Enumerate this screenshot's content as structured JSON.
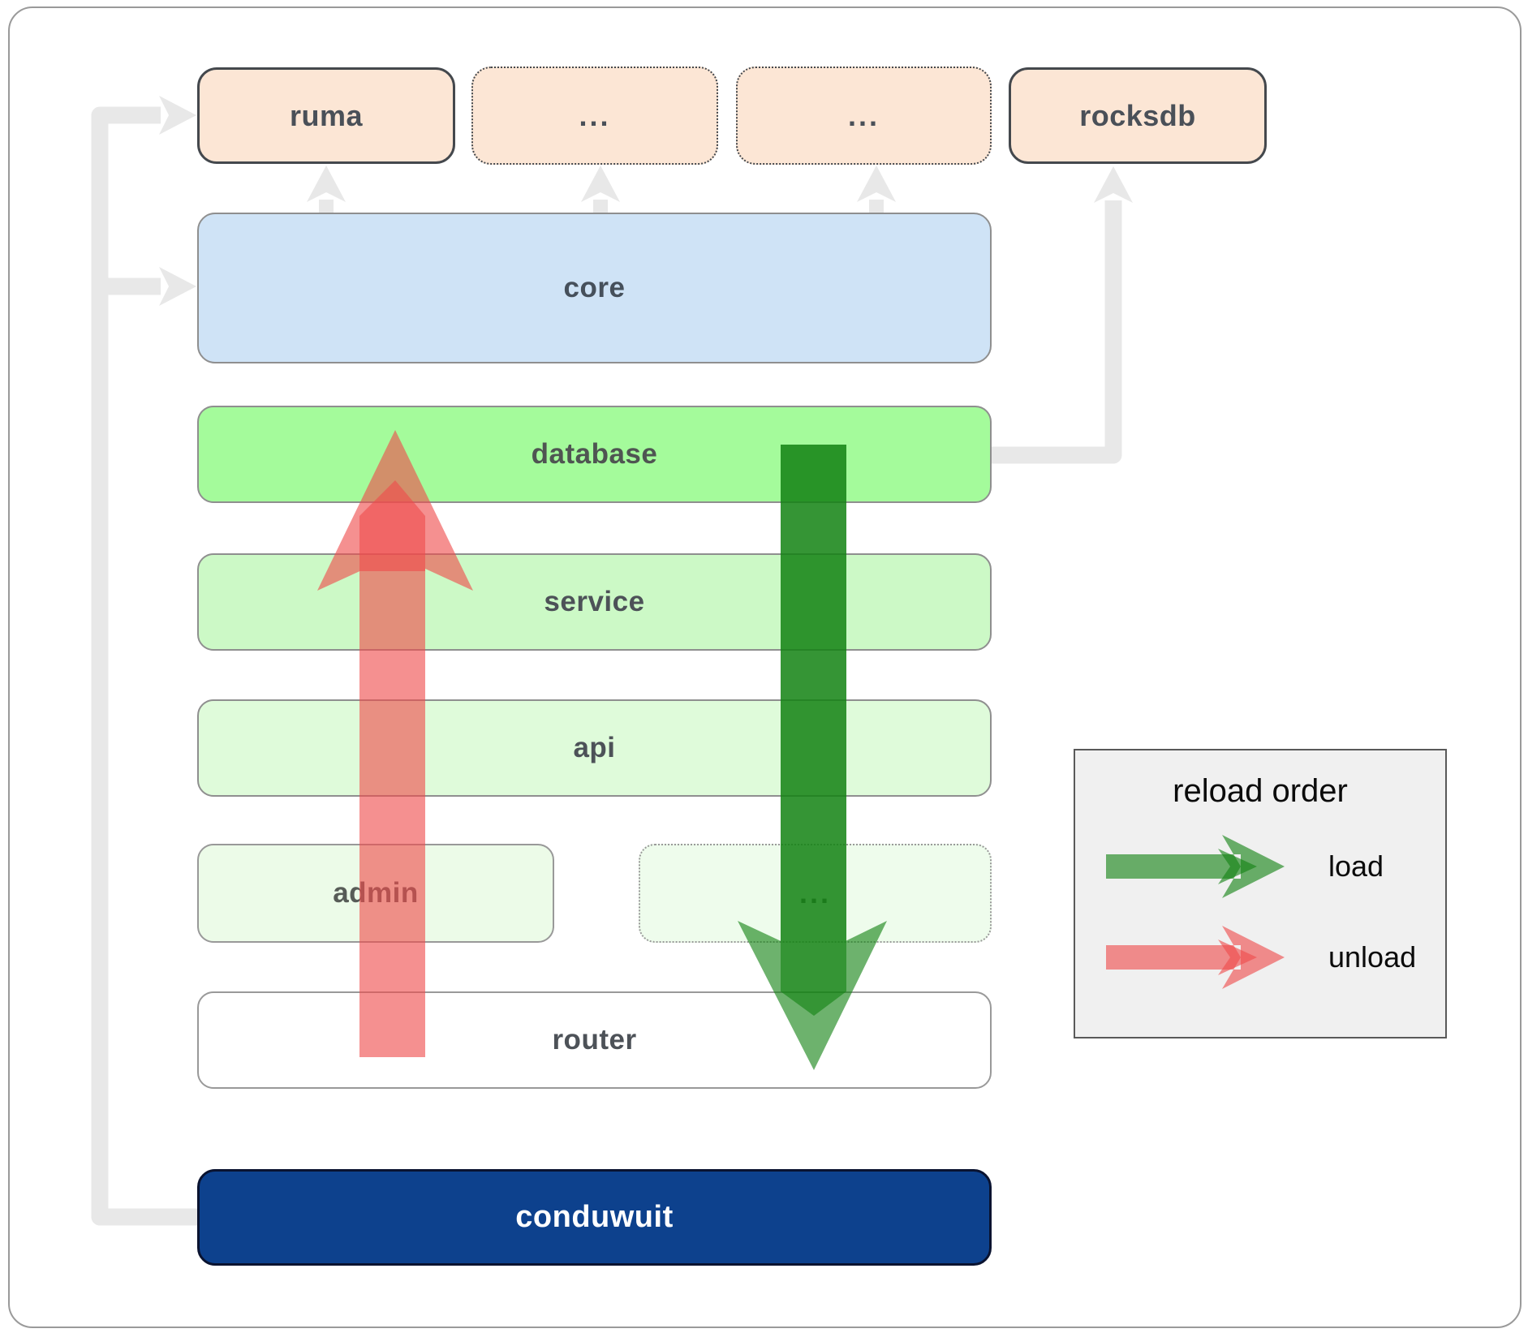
{
  "nodes": {
    "ruma": {
      "label": "ruma"
    },
    "dep1": {
      "label": "..."
    },
    "dep2": {
      "label": "..."
    },
    "rocksdb": {
      "label": "rocksdb"
    },
    "core": {
      "label": "core"
    },
    "database": {
      "label": "database"
    },
    "service": {
      "label": "service"
    },
    "api": {
      "label": "api"
    },
    "admin": {
      "label": "admin"
    },
    "admin_more": {
      "label": "..."
    },
    "router": {
      "label": "router"
    },
    "conduwuit": {
      "label": "conduwuit"
    }
  },
  "legend": {
    "title": "reload order",
    "load_label": "load",
    "unload_label": "unload"
  },
  "colors": {
    "load_arrow": "rgba(20,130,20,0.62)",
    "unload_arrow": "rgba(239,76,76,0.62)",
    "connector": "#e8e8e8",
    "dependency_fill": "#fce6d5",
    "core_fill": "#cfe3f6",
    "database_fill": "#a4fb9b",
    "service_fill": "#ccf9c6",
    "api_fill": "#dffbda",
    "admin_fill": "#ecfbe8",
    "router_fill": "#ffffff",
    "conduwuit_fill": "#0d418d",
    "legend_bg": "#f0f0f0"
  }
}
